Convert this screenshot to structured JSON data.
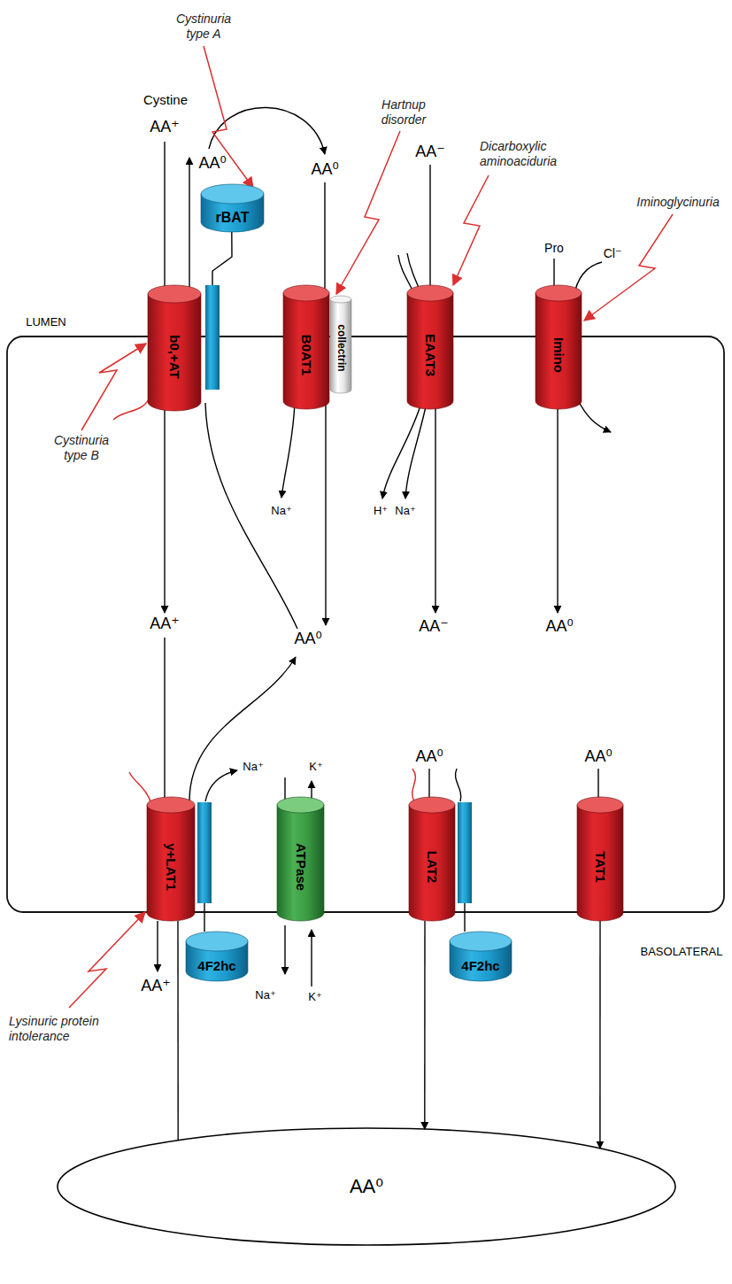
{
  "diagram": {
    "nodes": [
      {
        "text": [
          "rBAT"
        ]
      },
      {
        "text": [
          "b0,+AT"
        ]
      },
      {
        "text": [
          "B0AT1"
        ]
      },
      {
        "text": [
          "collectrin"
        ]
      },
      {
        "text": [
          "EAAT3"
        ]
      },
      {
        "text": [
          "Imino"
        ]
      },
      {
        "text": [
          "y+LAT1"
        ]
      },
      {
        "text": [
          "4F2hc"
        ]
      },
      {
        "text": [
          "ATPase"
        ]
      },
      {
        "text": [
          "LAT2"
        ]
      },
      {
        "text": [
          "4F2hc"
        ]
      },
      {
        "text": [
          "TAT1"
        ]
      },
      {
        "text": [
          "AA⁰"
        ]
      }
    ],
    "edges": [
      {
        "from": 0,
        "to": 1,
        "arrow": "none"
      },
      {
        "from": 6,
        "to": 7,
        "arrow": "none"
      },
      {
        "from": 9,
        "to": 10,
        "arrow": "none"
      },
      {
        "from": 9,
        "to": 12,
        "arrow": "to"
      },
      {
        "from": 11,
        "to": 12,
        "arrow": "to"
      },
      {
        "from": 12,
        "to": 6,
        "arrow": "none"
      }
    ],
    "labels": [
      "Cystinuria type A",
      "Cystine",
      "AA⁺",
      "AA⁰",
      "Hartnup disorder",
      "AA⁰",
      "AA⁻",
      "Dicarboxylic aminoaciduria",
      "Iminoglycinuria",
      "Pro",
      "Cl⁻",
      "LUMEN",
      "Cystinuria type B",
      "Na⁺",
      "H⁺",
      "Na⁺",
      "AA⁺",
      "AA⁰",
      "AA⁻",
      "AA⁰",
      "Na⁺",
      "K⁺",
      "AA⁰",
      "AA⁰",
      "BASOLATERAL",
      "Lysinuric protein intolerance",
      "AA⁺",
      "Na⁺",
      "K⁺"
    ]
  }
}
